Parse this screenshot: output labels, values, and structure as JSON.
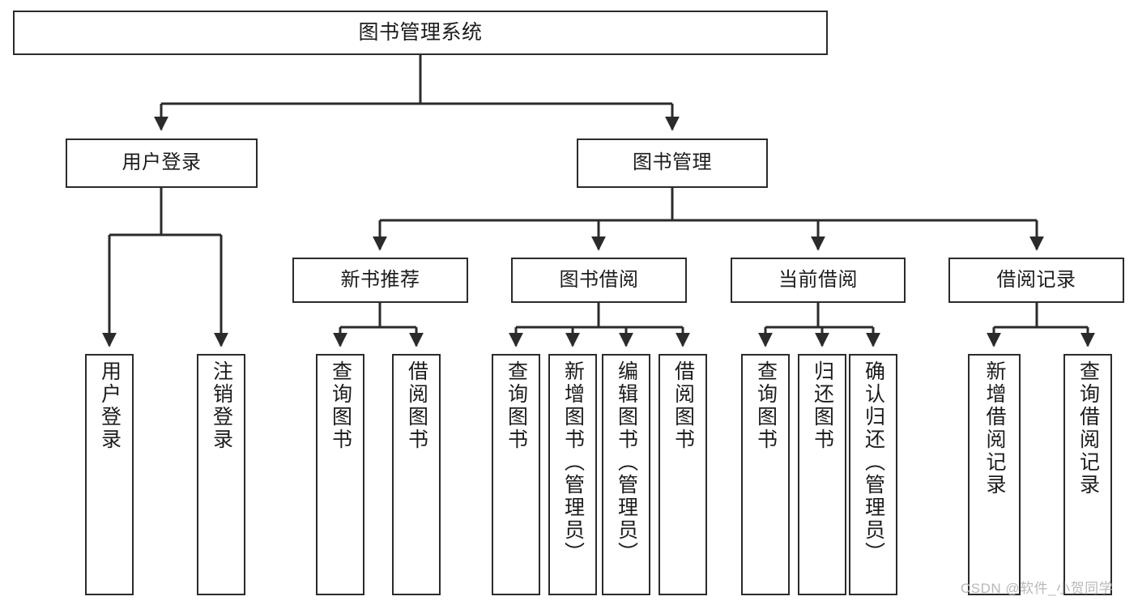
{
  "diagram": {
    "title": "图书管理系统",
    "type": "tree-hierarchy",
    "watermark": "CSDN @软件_小贺同学",
    "colors": {
      "box_border": "#2b2b2b",
      "box_fill": "#ffffff",
      "edge": "#2b2b2b",
      "text": "#1c1c1c",
      "watermark": "#b9b9b9"
    },
    "levels": {
      "root": {
        "label": "图书管理系统"
      },
      "level2": [
        {
          "label": "用户登录"
        },
        {
          "label": "图书管理"
        }
      ],
      "level3": [
        {
          "label": "新书推荐"
        },
        {
          "label": "图书借阅"
        },
        {
          "label": "当前借阅"
        },
        {
          "label": "借阅记录"
        }
      ],
      "leaves": {
        "user_login": [
          {
            "label": "用户登录"
          },
          {
            "label": "注销登录"
          }
        ],
        "new_book_recommend": [
          {
            "label": "查询图书"
          },
          {
            "label": "借阅图书"
          }
        ],
        "book_borrow": [
          {
            "label": "查询图书"
          },
          {
            "label": "新增图书（管理员）"
          },
          {
            "label": "编辑图书（管理员）"
          },
          {
            "label": "借阅图书"
          }
        ],
        "current_borrow": [
          {
            "label": "查询图书"
          },
          {
            "label": "归还图书"
          },
          {
            "label": "确认归还（管理员）"
          }
        ],
        "borrow_record": [
          {
            "label": "新增借阅记录"
          },
          {
            "label": "查询借阅记录"
          }
        ]
      }
    }
  }
}
